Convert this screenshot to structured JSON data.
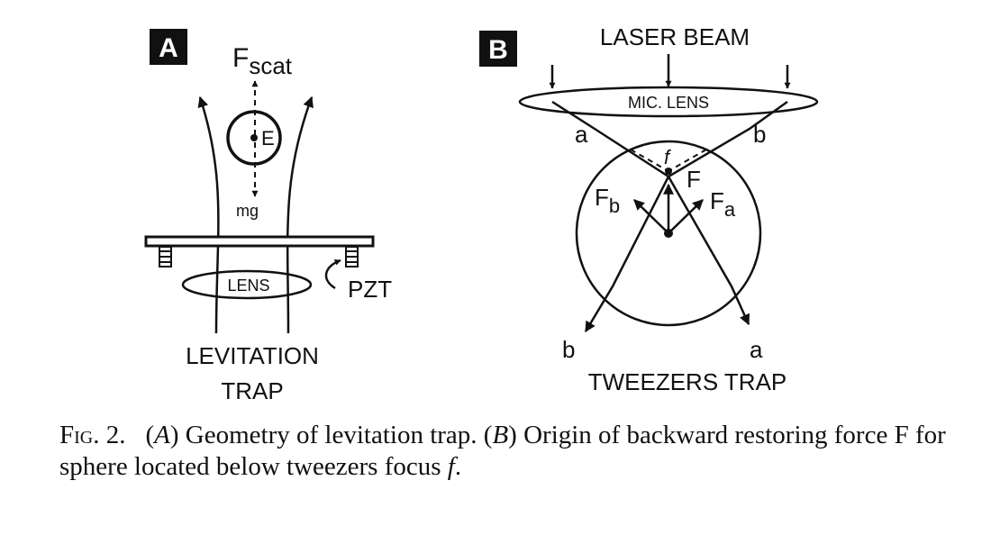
{
  "panel_a": {
    "badge": "A",
    "force_scat_main": "F",
    "force_scat_sub": "scat",
    "sphere_label": "E",
    "weight_label": "mg",
    "lens_label": "LENS",
    "pzt_label": "PZT",
    "title_line1": "LEVITATION",
    "title_line2": "TRAP"
  },
  "panel_b": {
    "badge": "B",
    "laser_label": "LASER BEAM",
    "lens_label": "MIC. LENS",
    "ray_a_top": "a",
    "ray_b_top": "b",
    "focus_label": "f",
    "force_label": "F",
    "fb_main": "F",
    "fb_sub": "b",
    "fa_main": "F",
    "fa_sub": "a",
    "ray_b_bottom": "b",
    "ray_a_bottom": "a",
    "title": "TWEEZERS TRAP"
  },
  "caption": {
    "fig_label": "Fig. 2.",
    "part_a_open": "(",
    "part_a_letter": "A",
    "part_a_close": ")",
    "part_a_text": " Geometry of levitation trap. ",
    "part_b_open": "(",
    "part_b_letter": "B",
    "part_b_close": ")",
    "part_b_text": " Origin of backward restoring force F for sphere located below tweezers focus ",
    "focus_symbol": "f",
    "end": "."
  }
}
